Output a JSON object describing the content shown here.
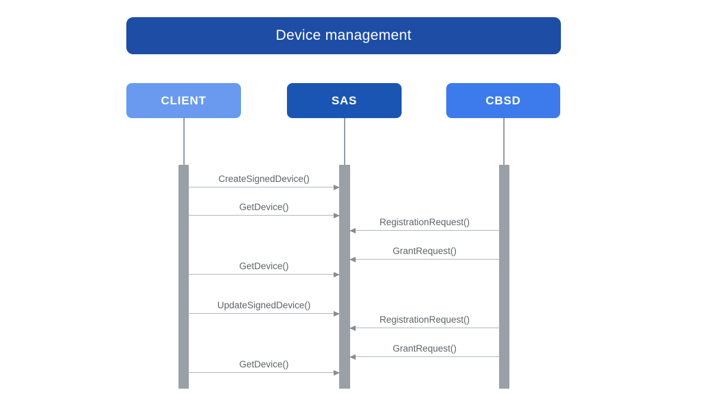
{
  "diagram": {
    "type": "sequence-diagram",
    "title": "Device management",
    "actors": [
      {
        "name": "CLIENT",
        "color": "#699af0"
      },
      {
        "name": "SAS",
        "color": "#1b55b4"
      },
      {
        "name": "CBSD",
        "color": "#3d7bec"
      }
    ],
    "messages": [
      {
        "label": "CreateSignedDevice()",
        "from": "CLIENT",
        "to": "SAS"
      },
      {
        "label": "GetDevice()",
        "from": "CLIENT",
        "to": "SAS"
      },
      {
        "label": "RegistrationRequest()",
        "from": "CBSD",
        "to": "SAS"
      },
      {
        "label": "GrantRequest()",
        "from": "CBSD",
        "to": "SAS"
      },
      {
        "label": "GetDevice()",
        "from": "CLIENT",
        "to": "SAS"
      },
      {
        "label": "UpdateSignedDevice()",
        "from": "CLIENT",
        "to": "SAS"
      },
      {
        "label": "RegistrationRequest()",
        "from": "CBSD",
        "to": "SAS"
      },
      {
        "label": "GrantRequest()",
        "from": "CBSD",
        "to": "SAS"
      },
      {
        "label": "GetDevice()",
        "from": "CLIENT",
        "to": "SAS"
      }
    ],
    "colors": {
      "title_bg": "#1e4da6",
      "client_bg": "#699af0",
      "sas_bg": "#1b55b4",
      "cbsd_bg": "#3d7bec",
      "lifeline_bar": "#9aa0a6",
      "arrow_line": "#b3b8be",
      "arrowhead": "#868c93",
      "message_text": "#5f6368"
    }
  }
}
